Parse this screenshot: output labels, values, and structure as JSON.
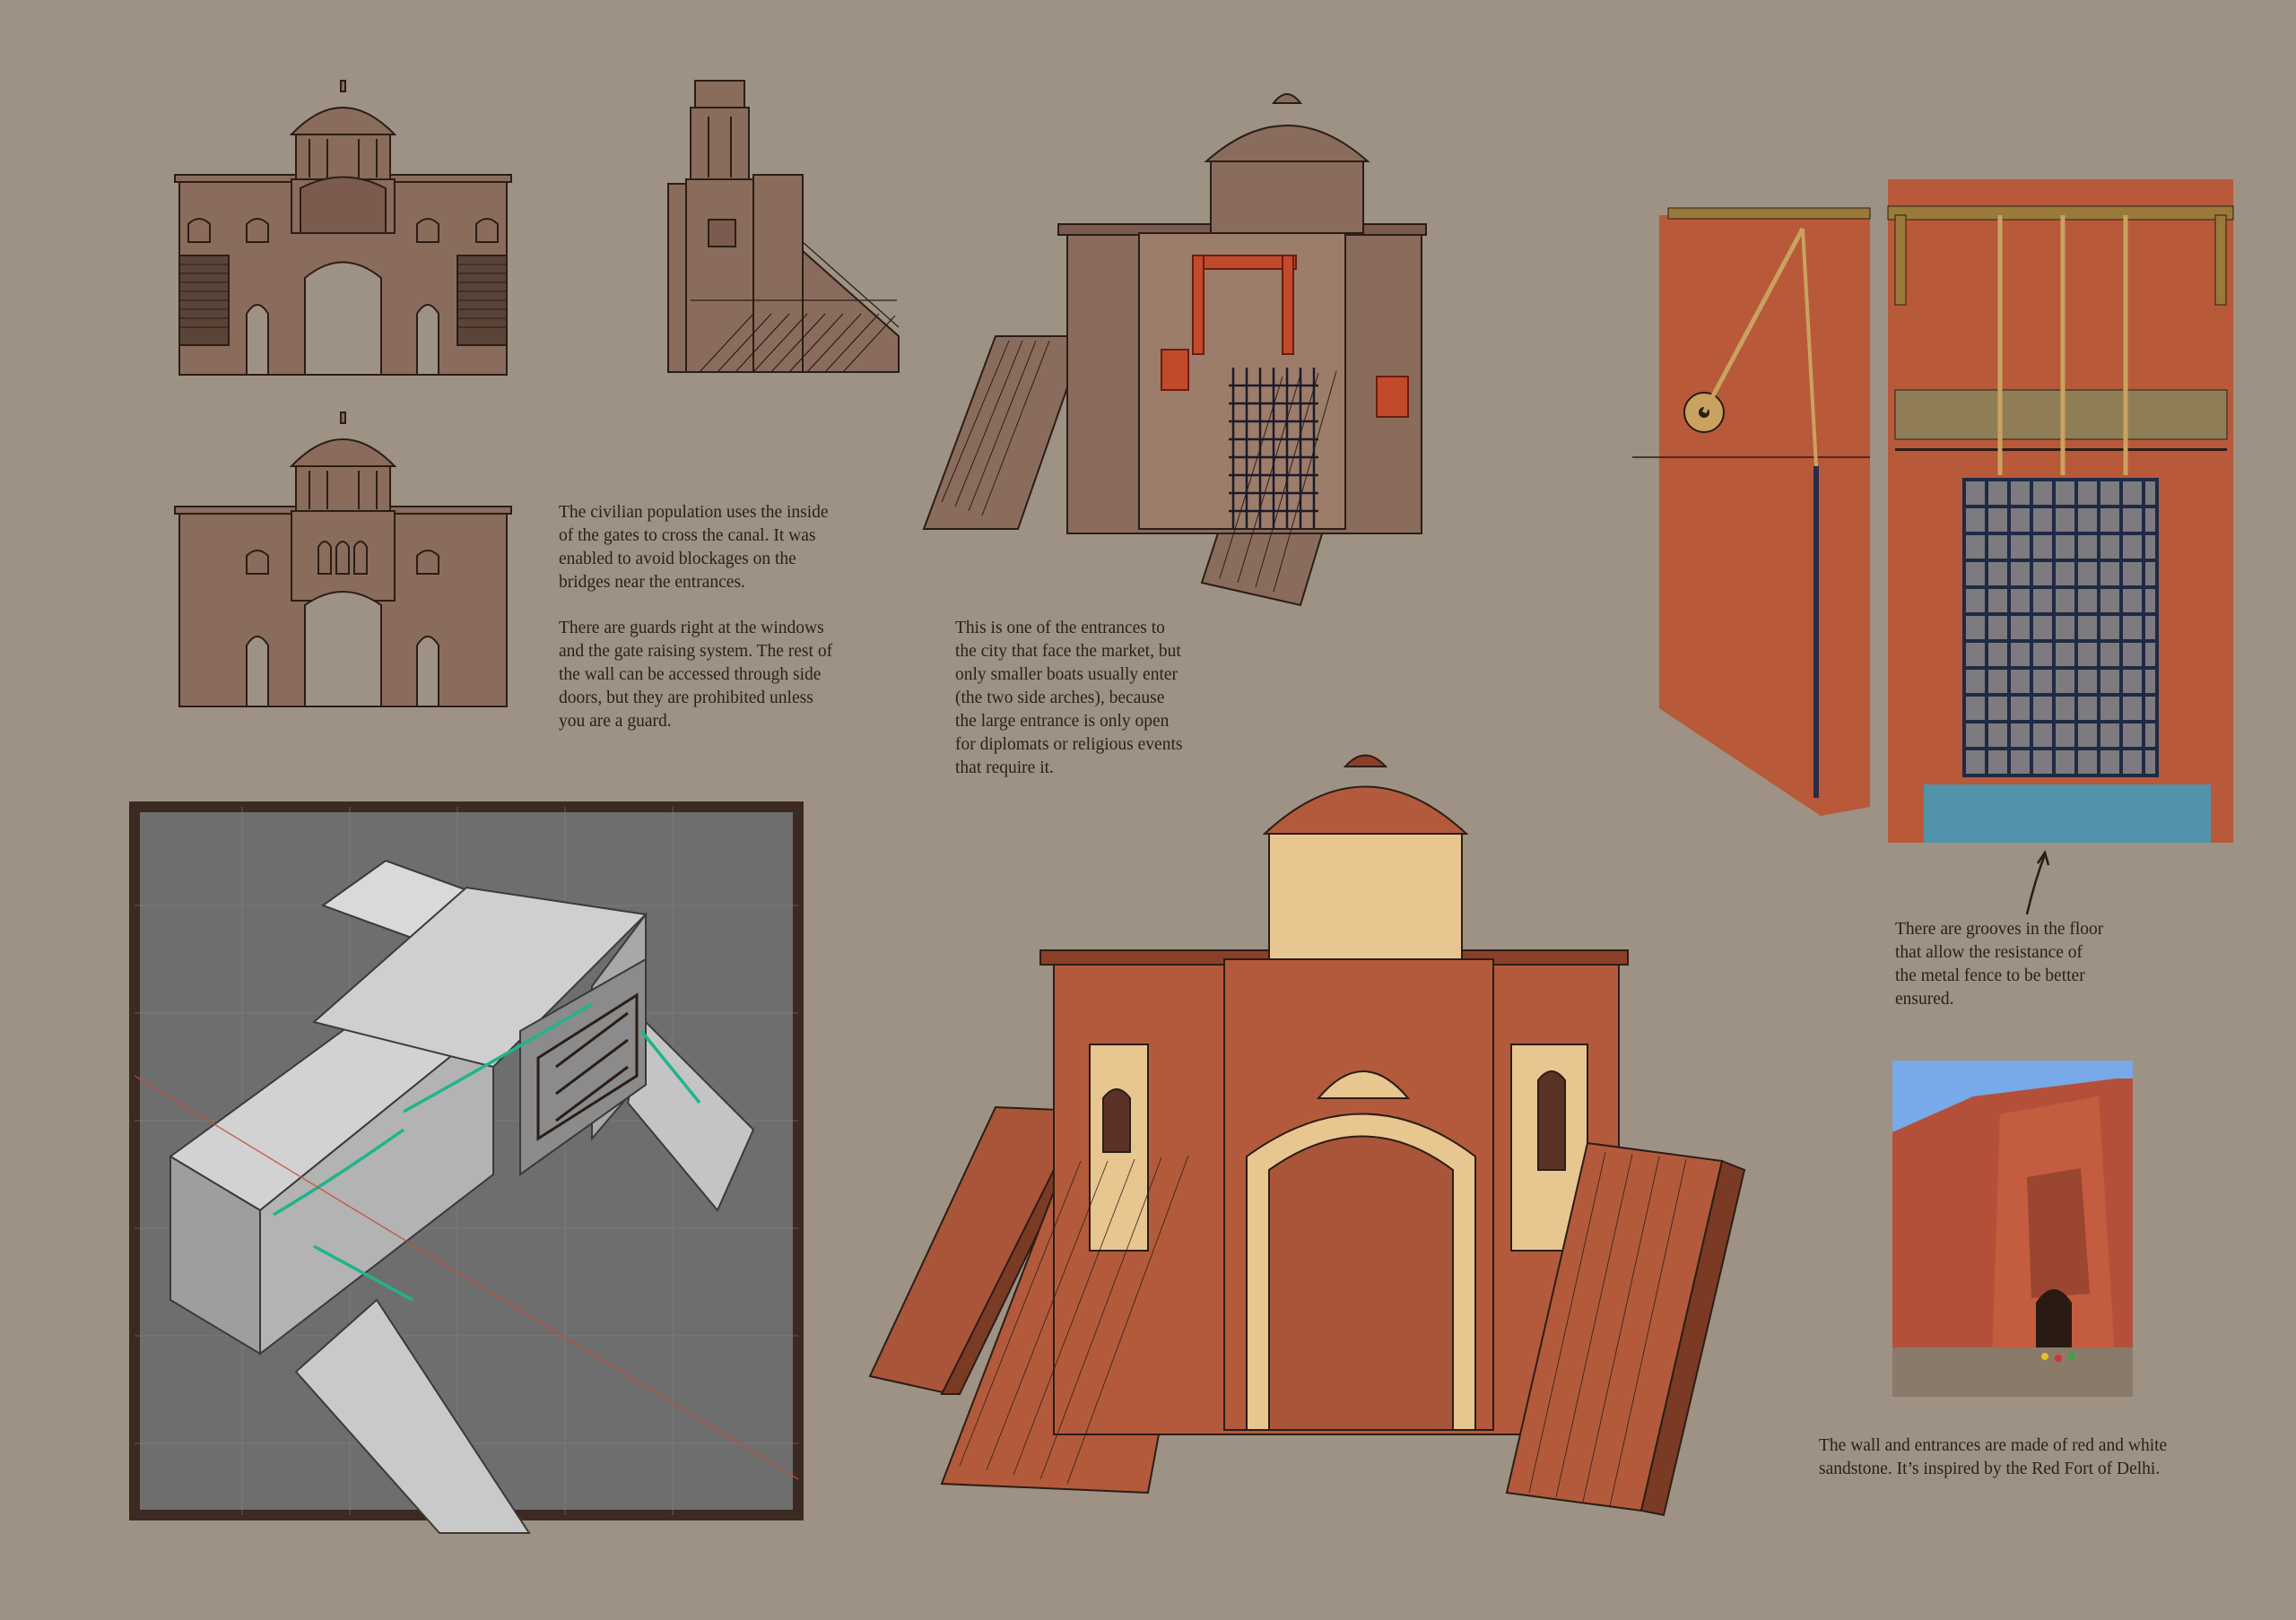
{
  "notes": {
    "civilian": "The civilian population uses the inside\nof the gates to cross the canal. It was\nenabled to avoid blockages on the\nbridges near the entrances.",
    "guards": "There are guards right at the windows\nand the gate raising system. The rest of\nthe wall can be accessed through side\ndoors, but they are prohibited unless\nyou are a guard.",
    "entrance": "This is one of the entrances to\nthe city that face the market, but\nonly smaller boats usually enter\n(the two side arches), because\nthe large entrance is only open\nfor diplomats or religious events\nthat require it.",
    "grooves": "There are grooves in the floor\nthat allow the resistance of\nthe metal fence to be better\nensured.",
    "sandstone": "The wall and entrances are made of red and white\nsandstone. It’s inspired by the Red Fort of Delhi."
  },
  "colors": {
    "background": "#9d9283",
    "sketch_fill": "#8a6c5c",
    "sketch_line": "#2b1d17",
    "red_sandstone": "#b35a3c",
    "white_sandstone": "#e8c690",
    "mechanism_bg": "#b8593a",
    "grille": "#1f2a44",
    "water": "#3aa0c8",
    "arrow_green": "#1fb48c",
    "render_bg": "#6e6e6e"
  }
}
